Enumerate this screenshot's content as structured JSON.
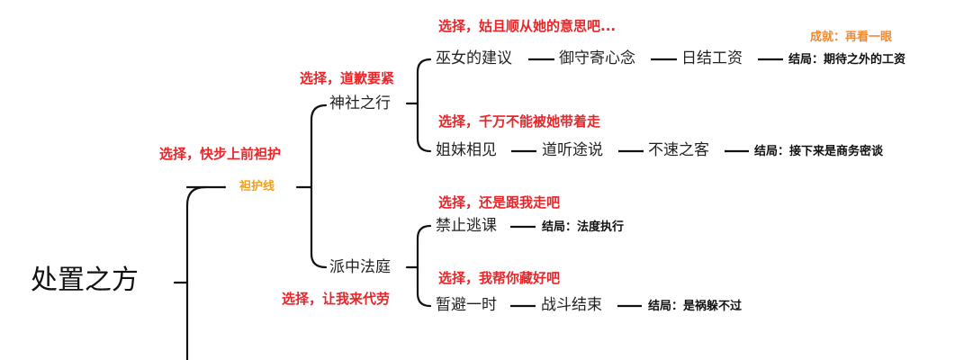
{
  "root": "处置之方",
  "branch": {
    "choice": "选择，快步上前袒护",
    "label": "袒护线"
  },
  "shrine": {
    "choice": "选择，道歉要紧",
    "label": "神社之行",
    "paths": [
      {
        "choice": "选择，姑且顺从她的意思吧...",
        "steps": [
          "巫女的建议",
          "御守寄心念",
          "日结工资"
        ],
        "ending": "结局：期待之外的工资",
        "achievement": "成就：再看一眼"
      },
      {
        "choice": "选择，千万不能被她带着走",
        "steps": [
          "姐妹相见",
          "道听途说",
          "不速之客"
        ],
        "ending": "结局：接下来是商务密谈"
      }
    ]
  },
  "court": {
    "choice": "选择，让我来代劳",
    "label": "派中法庭",
    "paths": [
      {
        "choice": "选择，还是跟我走吧",
        "steps": [
          "禁止逃课"
        ],
        "ending": "结局：法度执行"
      },
      {
        "choice": "选择，我帮你藏好吧",
        "steps": [
          "暂避一时",
          "战斗结束"
        ],
        "ending": "结局：是祸躲不过"
      }
    ]
  }
}
